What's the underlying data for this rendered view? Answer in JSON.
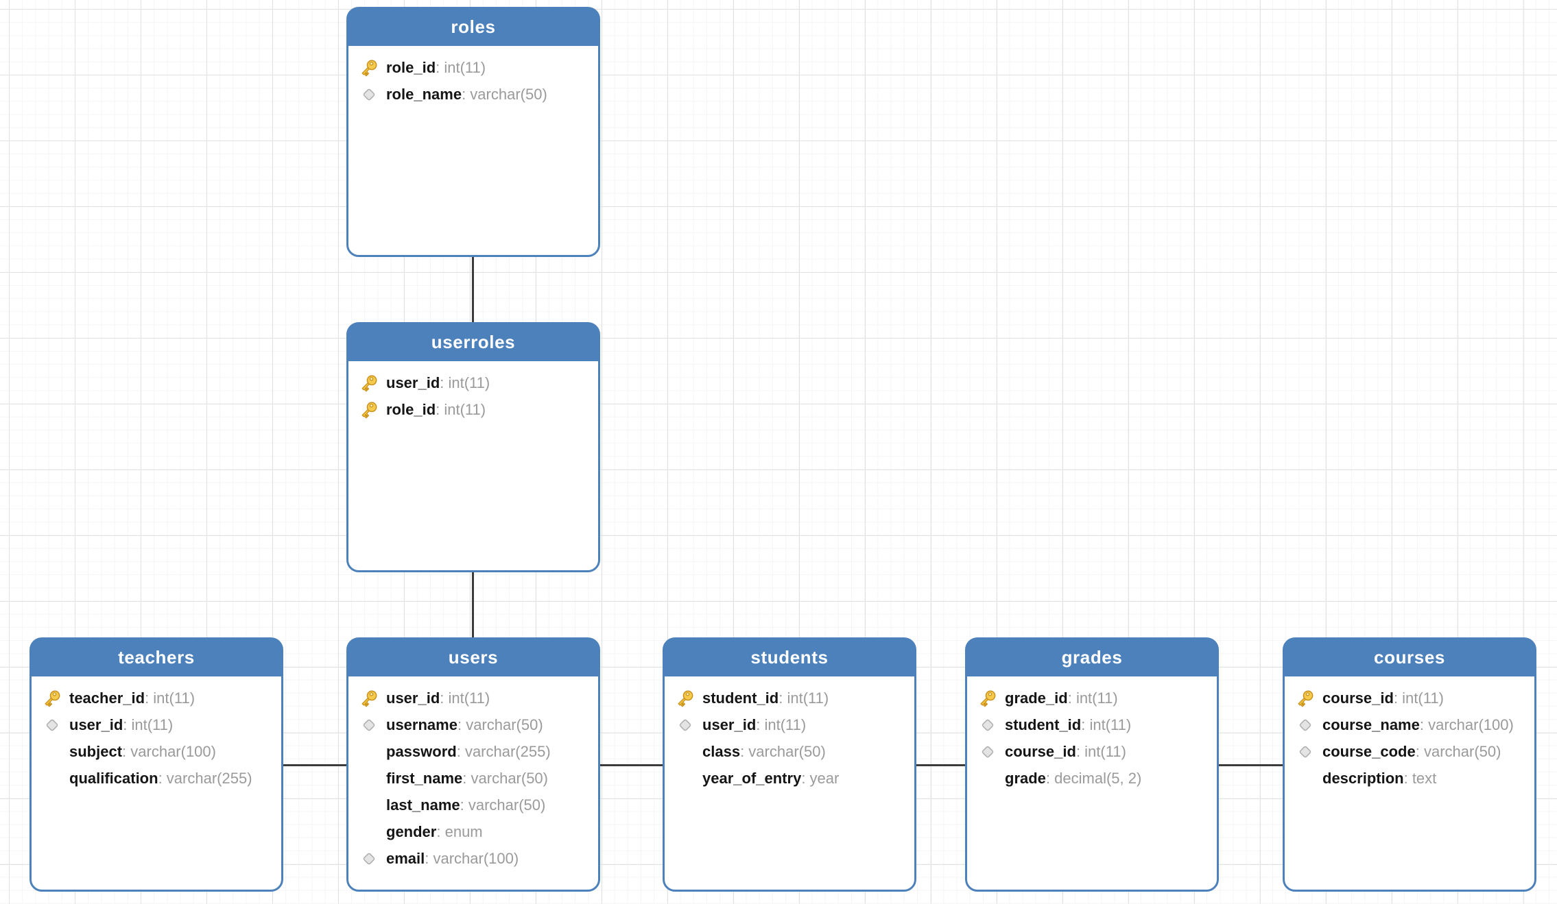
{
  "diagram": {
    "tables": [
      {
        "name": "roles",
        "fields": [
          {
            "icon": "primary-key",
            "name": "role_id",
            "type": "int(11)"
          },
          {
            "icon": "index-diamond",
            "name": "role_name",
            "type": "varchar(50)"
          }
        ]
      },
      {
        "name": "userroles",
        "fields": [
          {
            "icon": "primary-key",
            "name": "user_id",
            "type": "int(11)"
          },
          {
            "icon": "primary-key",
            "name": "role_id",
            "type": "int(11)"
          }
        ]
      },
      {
        "name": "teachers",
        "fields": [
          {
            "icon": "primary-key",
            "name": "teacher_id",
            "type": "int(11)"
          },
          {
            "icon": "index-diamond",
            "name": "user_id",
            "type": "int(11)"
          },
          {
            "icon": "none",
            "name": "subject",
            "type": "varchar(100)"
          },
          {
            "icon": "none",
            "name": "qualification",
            "type": "varchar(255)"
          }
        ]
      },
      {
        "name": "users",
        "fields": [
          {
            "icon": "primary-key",
            "name": "user_id",
            "type": "int(11)"
          },
          {
            "icon": "index-diamond",
            "name": "username",
            "type": "varchar(50)"
          },
          {
            "icon": "none",
            "name": "password",
            "type": "varchar(255)"
          },
          {
            "icon": "none",
            "name": "first_name",
            "type": "varchar(50)"
          },
          {
            "icon": "none",
            "name": "last_name",
            "type": "varchar(50)"
          },
          {
            "icon": "none",
            "name": "gender",
            "type": "enum"
          },
          {
            "icon": "index-diamond",
            "name": "email",
            "type": "varchar(100)"
          }
        ]
      },
      {
        "name": "students",
        "fields": [
          {
            "icon": "primary-key",
            "name": "student_id",
            "type": "int(11)"
          },
          {
            "icon": "index-diamond",
            "name": "user_id",
            "type": "int(11)"
          },
          {
            "icon": "none",
            "name": "class",
            "type": "varchar(50)"
          },
          {
            "icon": "none",
            "name": "year_of_entry",
            "type": "year"
          }
        ]
      },
      {
        "name": "grades",
        "fields": [
          {
            "icon": "primary-key",
            "name": "grade_id",
            "type": "int(11)"
          },
          {
            "icon": "index-diamond",
            "name": "student_id",
            "type": "int(11)"
          },
          {
            "icon": "index-diamond",
            "name": "course_id",
            "type": "int(11)"
          },
          {
            "icon": "none",
            "name": "grade",
            "type": "decimal(5, 2)"
          }
        ]
      },
      {
        "name": "courses",
        "fields": [
          {
            "icon": "primary-key",
            "name": "course_id",
            "type": "int(11)"
          },
          {
            "icon": "index-diamond",
            "name": "course_name",
            "type": "varchar(100)"
          },
          {
            "icon": "index-diamond",
            "name": "course_code",
            "type": "varchar(50)"
          },
          {
            "icon": "none",
            "name": "description",
            "type": "text"
          }
        ]
      }
    ],
    "relations": [
      {
        "from": "roles",
        "to": "userroles"
      },
      {
        "from": "userroles",
        "to": "users"
      },
      {
        "from": "teachers",
        "to": "users"
      },
      {
        "from": "users",
        "to": "students"
      },
      {
        "from": "students",
        "to": "grades"
      },
      {
        "from": "grades",
        "to": "courses"
      }
    ],
    "colors": {
      "table_header": "#4d81bc",
      "table_border": "#4d81bc",
      "connector_line": "#3c3c3c",
      "field_name_text": "#151515",
      "field_type_text": "#9a9a9a",
      "primary_key_icon": "#f3c53f",
      "index_diamond_icon": "#e4e4e4",
      "grid_major": "#e2e2e2",
      "grid_minor": "#f5f5f5"
    }
  }
}
